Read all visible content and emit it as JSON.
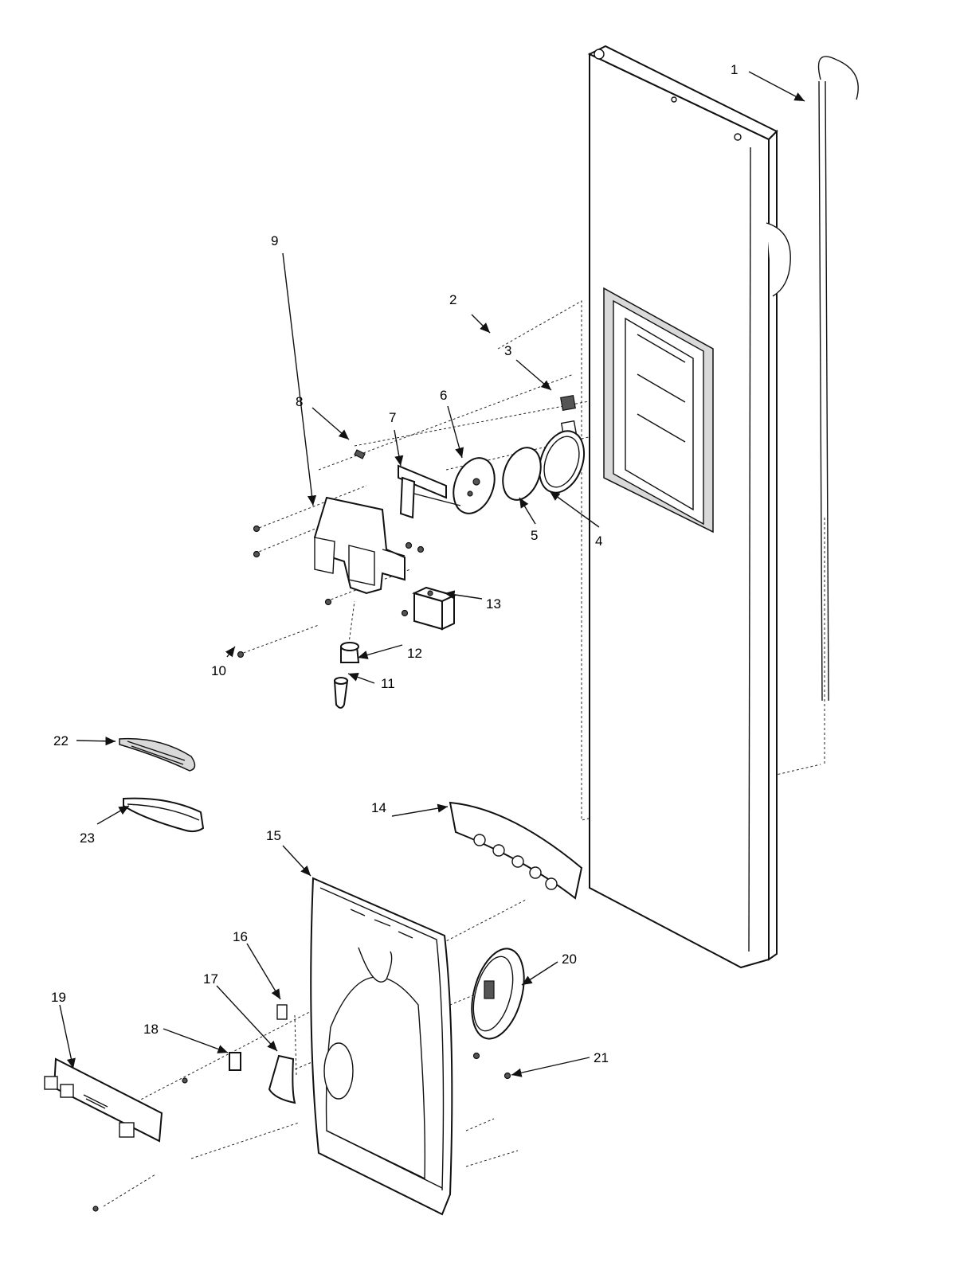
{
  "callouts": [
    {
      "id": "1",
      "label": "1"
    },
    {
      "id": "2",
      "label": "2"
    },
    {
      "id": "3",
      "label": "3"
    },
    {
      "id": "4",
      "label": "4"
    },
    {
      "id": "5",
      "label": "5"
    },
    {
      "id": "6",
      "label": "6"
    },
    {
      "id": "7",
      "label": "7"
    },
    {
      "id": "8",
      "label": "8"
    },
    {
      "id": "9",
      "label": "9"
    },
    {
      "id": "10",
      "label": "10"
    },
    {
      "id": "11",
      "label": "11"
    },
    {
      "id": "12",
      "label": "12"
    },
    {
      "id": "13",
      "label": "13"
    },
    {
      "id": "14",
      "label": "14"
    },
    {
      "id": "15",
      "label": "15"
    },
    {
      "id": "16",
      "label": "16"
    },
    {
      "id": "17",
      "label": "17"
    },
    {
      "id": "18",
      "label": "18"
    },
    {
      "id": "19",
      "label": "19"
    },
    {
      "id": "20",
      "label": "20"
    },
    {
      "id": "21",
      "label": "21"
    },
    {
      "id": "22",
      "label": "22"
    },
    {
      "id": "23",
      "label": "23"
    }
  ]
}
